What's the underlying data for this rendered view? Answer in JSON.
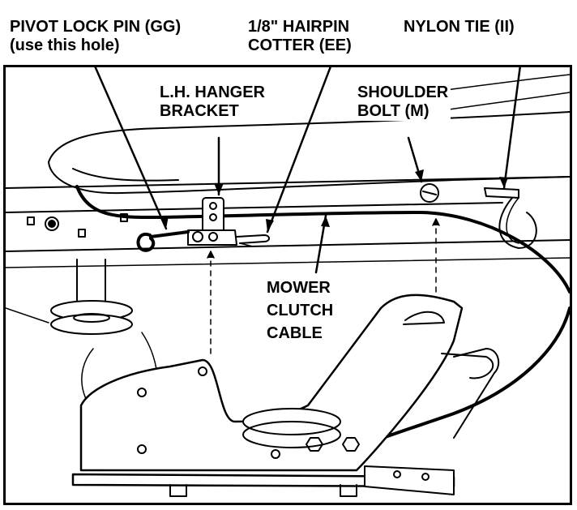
{
  "labels": {
    "pivot_lock_pin": {
      "line1": "PIVOT LOCK PIN (GG)",
      "line2": "(use this hole)"
    },
    "hairpin_cotter": {
      "line1": "1/8\" HAIRPIN",
      "line2": "COTTER (EE)"
    },
    "nylon_tie": {
      "line1": "NYLON TIE (II)"
    },
    "hanger_bracket": {
      "line1": "L.H. HANGER",
      "line2": "BRACKET"
    },
    "shoulder_bolt": {
      "line1": "SHOULDER",
      "line2": "BOLT (M)"
    },
    "clutch_cable": {
      "line1": "MOWER",
      "line2": "CLUTCH",
      "line3": "CABLE"
    }
  },
  "colors": {
    "ink": "#000000",
    "paper": "#ffffff",
    "shade": "#d9d9d9"
  }
}
